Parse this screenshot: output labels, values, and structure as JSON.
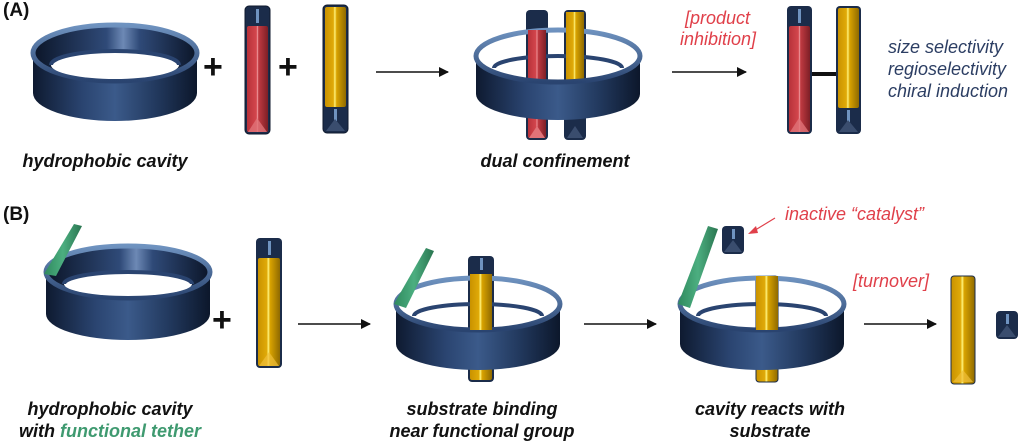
{
  "figure": {
    "colors": {
      "ring": "#22395e",
      "red_rod": "#c9393f",
      "yellow_rod": "#d9a300",
      "tether": "#3e9b6e",
      "cap": "#1b2c4a",
      "annotation_red": "#e0404a",
      "annotation_blue": "#2c3e63",
      "tether_text": "#3f9a70"
    },
    "panel_a": {
      "label": "(A)",
      "plus_1": "+",
      "plus_2": "+",
      "caption_left": "hydrophobic cavity",
      "caption_middle": "dual confinement",
      "arrow_note_line1": "[product",
      "arrow_note_line2": "inhibition]",
      "outcomes": [
        "size selectivity",
        "regioselectivity",
        "chiral induction"
      ]
    },
    "panel_b": {
      "label": "(B)",
      "plus": "+",
      "caption_1_line1": "hydrophobic cavity",
      "caption_1_line2_prefix": "with ",
      "caption_1_line2_highlight": "functional tether",
      "caption_2_line1": "substrate binding",
      "caption_2_line2": "near functional group",
      "caption_3_line1": "cavity reacts with",
      "caption_3_line2": "substrate",
      "callout": "inactive “catalyst”",
      "arrow_note": "[turnover]"
    }
  }
}
